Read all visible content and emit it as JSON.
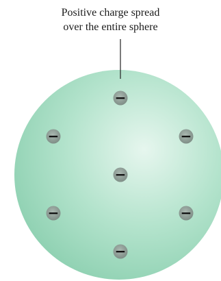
{
  "label": {
    "line1": "Positive charge spread",
    "line2": "over the entire sphere"
  },
  "sphere": {
    "center_color": "#e6f6ee",
    "mid_color": "#b3e3cc",
    "edge_color": "#8fd1b2"
  },
  "electrons": [
    {
      "symbol": "−",
      "name": "electron-top"
    },
    {
      "symbol": "−",
      "name": "electron-upper-left"
    },
    {
      "symbol": "−",
      "name": "electron-upper-right"
    },
    {
      "symbol": "−",
      "name": "electron-center"
    },
    {
      "symbol": "−",
      "name": "electron-lower-left"
    },
    {
      "symbol": "−",
      "name": "electron-lower-right"
    },
    {
      "symbol": "−",
      "name": "electron-bottom"
    }
  ]
}
